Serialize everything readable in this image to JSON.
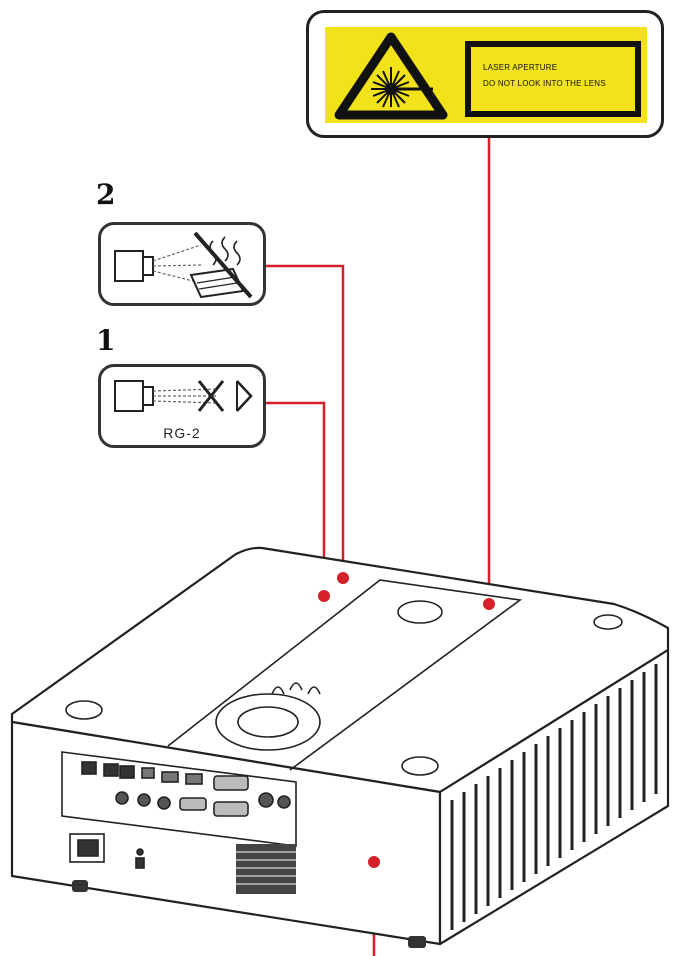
{
  "laser_label": {
    "line1": "LASER APERTURE",
    "line2": "DO NOT LOOK INTO THE LENS",
    "icon": "laser-warning-triangle-icon",
    "color": "#f2e21a"
  },
  "warnings": [
    {
      "number": "2",
      "icon": "no-heat-objects-in-beam-icon",
      "caption": ""
    },
    {
      "number": "1",
      "icon": "do-not-stare-into-beam-icon",
      "caption": "RG-2"
    }
  ],
  "leader_color": "#d4202a",
  "device": {
    "icon": "projector-illustration"
  }
}
